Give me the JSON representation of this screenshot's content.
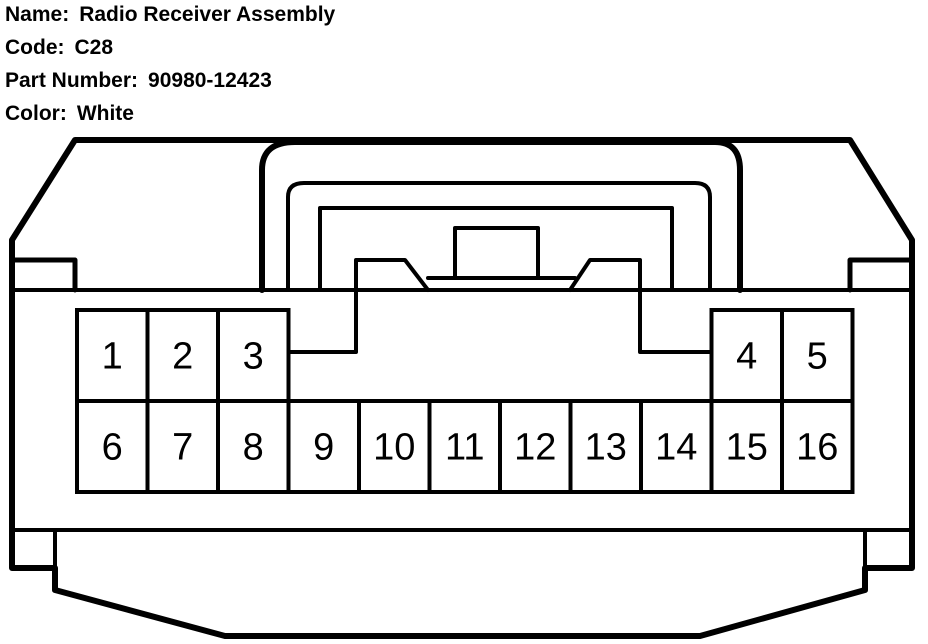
{
  "header": {
    "name_label": "Name:",
    "name_value": "Radio Receiver Assembly",
    "code_label": "Code:",
    "code_value": "C28",
    "part_label": "Part Number:",
    "part_value": "90980-12423",
    "color_label": "Color:",
    "color_value": "White"
  },
  "connector": {
    "line_color": "#000000",
    "fill_color": "#ffffff",
    "top_row": [
      "1",
      "2",
      "3",
      "4",
      "5"
    ],
    "bottom_row": [
      "6",
      "7",
      "8",
      "9",
      "10",
      "11",
      "12",
      "13",
      "14",
      "15",
      "16"
    ]
  }
}
